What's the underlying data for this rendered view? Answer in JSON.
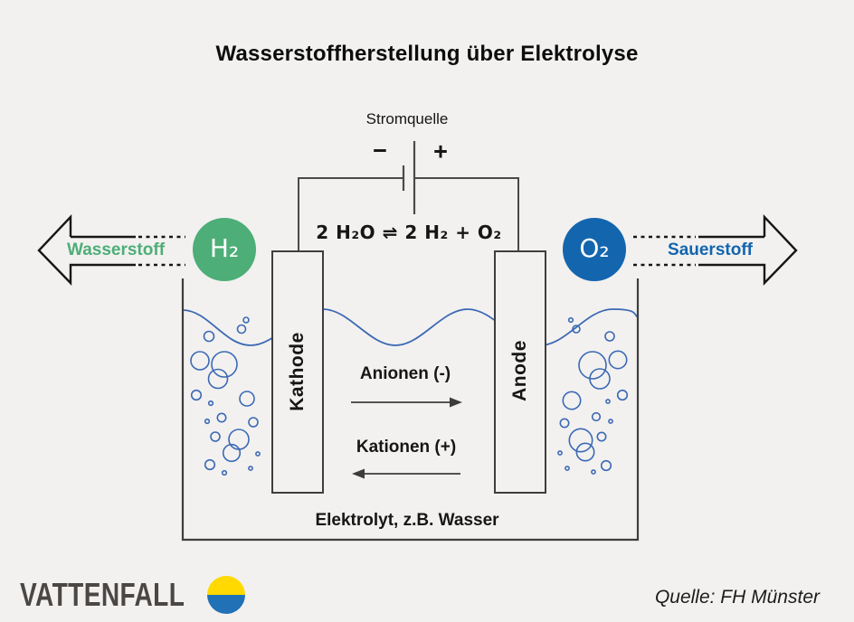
{
  "title": "Wasserstoffherstellung über Elektrolyse",
  "power_source": {
    "label": "Stromquelle",
    "minus_label": "−",
    "plus_label": "+"
  },
  "reaction_equation": "2 H₂O ⇌ 2 H₂ + O₂",
  "hydrogen_output": {
    "symbol": "H₂",
    "arrow_label": "Wasserstoff",
    "color": "#4dae77"
  },
  "oxygen_output": {
    "symbol": "O₂",
    "arrow_label": "Sauerstoff",
    "color": "#1365ae"
  },
  "electrolysis_cell": {
    "cathode_label": "Kathode",
    "anode_label": "Anode",
    "anion_flow_label": "Anionen (-)",
    "cation_flow_label": "Kationen (+)",
    "electrolyte_label": "Elektrolyt, z.B. Wasser"
  },
  "footer": {
    "brand": "VATTENFALL",
    "source": "Quelle: FH Münster"
  },
  "colors": {
    "background": "#f2f1f0",
    "hydrogen_green": "#4dae77",
    "oxygen_blue": "#1365ae",
    "water_blue": "#3c69b4",
    "line_dark": "#3f3e3e",
    "arrow_black": "#161616",
    "logo_yellow": "#ffd900",
    "logo_blue": "#2071b5",
    "brand_gray": "#4b4744"
  }
}
